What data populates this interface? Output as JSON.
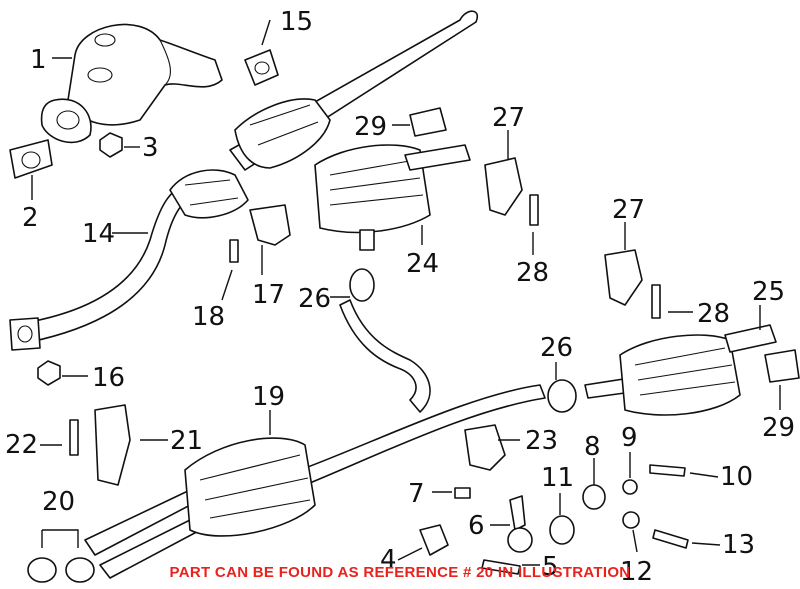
{
  "diagram": {
    "callouts": [
      {
        "id": "c1",
        "text": "1"
      },
      {
        "id": "c2",
        "text": "2"
      },
      {
        "id": "c3",
        "text": "3"
      },
      {
        "id": "c4",
        "text": "4"
      },
      {
        "id": "c5",
        "text": "5"
      },
      {
        "id": "c6",
        "text": "6"
      },
      {
        "id": "c7",
        "text": "7"
      },
      {
        "id": "c8",
        "text": "8"
      },
      {
        "id": "c9",
        "text": "9"
      },
      {
        "id": "c10",
        "text": "10"
      },
      {
        "id": "c11",
        "text": "11"
      },
      {
        "id": "c12",
        "text": "12"
      },
      {
        "id": "c13",
        "text": "13"
      },
      {
        "id": "c14",
        "text": "14"
      },
      {
        "id": "c15",
        "text": "15"
      },
      {
        "id": "c16",
        "text": "16"
      },
      {
        "id": "c17",
        "text": "17"
      },
      {
        "id": "c18",
        "text": "18"
      },
      {
        "id": "c19",
        "text": "19"
      },
      {
        "id": "c20",
        "text": "20"
      },
      {
        "id": "c21",
        "text": "21"
      },
      {
        "id": "c22",
        "text": "22"
      },
      {
        "id": "c23",
        "text": "23"
      },
      {
        "id": "c24",
        "text": "24"
      },
      {
        "id": "c25",
        "text": "25"
      },
      {
        "id": "c26a",
        "text": "26"
      },
      {
        "id": "c26b",
        "text": "26"
      },
      {
        "id": "c27a",
        "text": "27"
      },
      {
        "id": "c27b",
        "text": "27"
      },
      {
        "id": "c28a",
        "text": "28"
      },
      {
        "id": "c28b",
        "text": "28"
      },
      {
        "id": "c29a",
        "text": "29"
      },
      {
        "id": "c29b",
        "text": "29"
      }
    ],
    "footer_note": "PART CAN BE FOUND AS REFERENCE # 20 IN ILLUSTRATION",
    "footer_color": "#e8221c"
  }
}
